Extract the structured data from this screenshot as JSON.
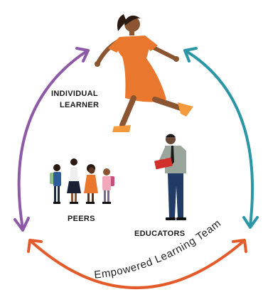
{
  "labels": {
    "individual_line1": "INDIVIDUAL",
    "individual_line2": "LEARNER",
    "peers": "PEERS",
    "educators": "EDUCATORS",
    "team": "Empowered Learning Team"
  },
  "colors": {
    "purple_arrow": "#8e5aa8",
    "teal_arrow": "#2a96a6",
    "orange_arrow": "#e45b2b",
    "learner_dress": "#e9772d",
    "learner_skin": "#8a5530",
    "educator_suit": "#1f3b66",
    "educator_shirt": "#9aa59c"
  }
}
